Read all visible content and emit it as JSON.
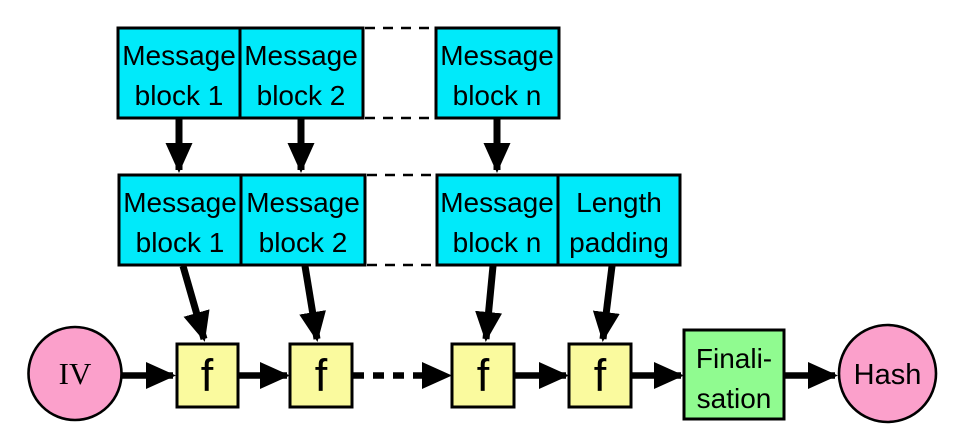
{
  "colors": {
    "message_block": "#00EAFA",
    "f_box": "#FAFA9E",
    "terminal": "#FBA0CB",
    "finalisation": "#90FB90",
    "stroke": "#000000"
  },
  "top_row": [
    {
      "line1": "Message",
      "line2": "block 1"
    },
    {
      "line1": "Message",
      "line2": "block 2"
    },
    {
      "line1": "Message",
      "line2": "block n"
    }
  ],
  "middle_row": [
    {
      "line1": "Message",
      "line2": "block 1"
    },
    {
      "line1": "Message",
      "line2": "block 2"
    },
    {
      "line1": "Message",
      "line2": "block n"
    },
    {
      "line1": "Length",
      "line2": "padding"
    }
  ],
  "f_boxes": [
    {
      "label": "f"
    },
    {
      "label": "f"
    },
    {
      "label": "f"
    },
    {
      "label": "f"
    }
  ],
  "iv": {
    "label": "IV"
  },
  "hash": {
    "label": "Hash"
  },
  "finalisation": {
    "line1": "Finali-",
    "line2": "sation"
  }
}
